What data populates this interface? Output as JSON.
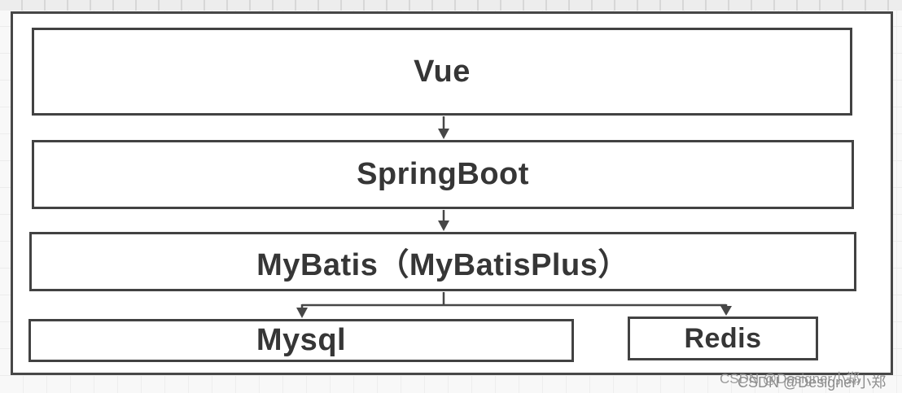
{
  "diagram": {
    "nodes": [
      {
        "id": "vue",
        "label": "Vue"
      },
      {
        "id": "springboot",
        "label": "SpringBoot"
      },
      {
        "id": "mybatis",
        "label": "MyBatis（MyBatisPlus）"
      },
      {
        "id": "mysql",
        "label": "Mysql"
      },
      {
        "id": "redis",
        "label": "Redis"
      }
    ],
    "edges": [
      {
        "from": "vue",
        "to": "springboot"
      },
      {
        "from": "springboot",
        "to": "mybatis"
      },
      {
        "from": "mybatis",
        "to": "mysql"
      },
      {
        "from": "mybatis",
        "to": "redis"
      }
    ]
  },
  "watermark": {
    "text": "CSDN @Designer小郑"
  },
  "colors": {
    "frame_border": "#474747",
    "node_border": "#424242",
    "node_text": "#363636",
    "arrow": "#474747",
    "watermark": "#9a9a9a",
    "page_background": "#f8f8f8",
    "grid_line": "#ececec"
  }
}
